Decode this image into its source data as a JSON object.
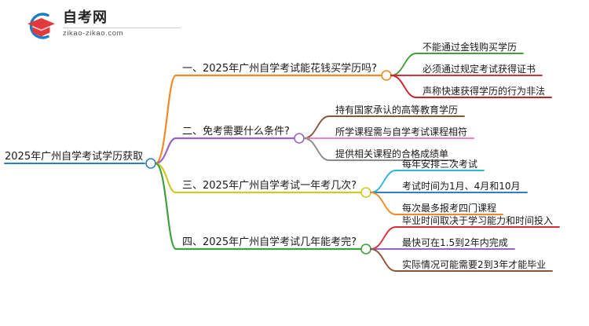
{
  "logo": {
    "icon": "graduation-cap-logo-icon",
    "title": "自考网",
    "subtitle": "zikao-zikao.com",
    "mark_arc_color": "#1a7fc1",
    "mark_cap_color": "#e03a3e"
  },
  "mindmap": {
    "root": {
      "label": "2025年广州自学考试学历获取",
      "color": "#2f7fc1"
    },
    "branches": [
      {
        "label": "一、2025年广州自学考试能花钱买学历吗?",
        "color": "#f08a24",
        "leaves": [
          {
            "label": "不能通过金钱购买学历",
            "color": "#4a9b3f"
          },
          {
            "label": "必须通过规定考试获得证书",
            "color": "#d6303a"
          },
          {
            "label": "声称快速获得学历的行为非法",
            "color": "#cc1f2a"
          }
        ]
      },
      {
        "label": "二、免考需要什么条件?",
        "color": "#9a63c4",
        "leaves": [
          {
            "label": "持有国家承认的高等教育学历",
            "color": "#8a5638"
          },
          {
            "label": "所学课程需与自学考试课程相符",
            "color": "#f07fc4"
          },
          {
            "label": "提供相关课程的合格成绩单",
            "color": "#8a8a8a"
          }
        ]
      },
      {
        "label": "三、2025年广州自学考试一年考几次?",
        "color": "#cfc92a",
        "leaves": [
          {
            "label": "每年安排三次考试",
            "color": "#2eb5d8"
          },
          {
            "label": "考试时间为1月、4月和10月",
            "color": "#2f7fc1"
          },
          {
            "label": "每次最多报考四门课程",
            "color": "#f08a24"
          }
        ]
      },
      {
        "label": "四、2025年广州自学考试几年能考完?",
        "color": "#3fa03f",
        "leaves": [
          {
            "label": "毕业时间取决于学习能力和时间投入",
            "color": "#d6303a"
          },
          {
            "label": "最快可在1.5到2年内完成",
            "color": "#9a63c4"
          },
          {
            "label": "实际情况可能需要2到3年才能毕业",
            "color": "#8a5638"
          }
        ]
      }
    ]
  }
}
